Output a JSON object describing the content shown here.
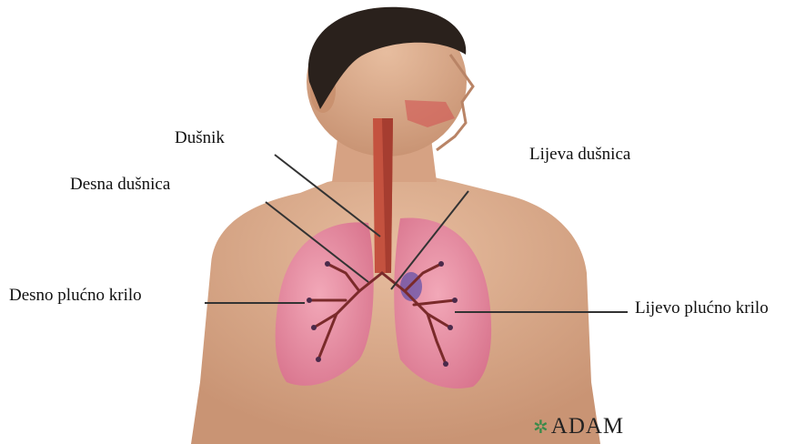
{
  "labels": {
    "trachea": "Dušnik",
    "left_bronchus": "Lijeva dušnica",
    "right_bronchus": "Desna dušnica",
    "right_lung": "Desno plućno krilo",
    "left_lung": "Lijevo plućno krilo"
  },
  "logo": {
    "text": "ADAM"
  },
  "colors": {
    "skin": "#d9a98a",
    "hair": "#2a211c",
    "lung": "#e58aa0",
    "trachea": "#c4523f",
    "bronchi": "#7a2a2a",
    "leader_line": "#333333"
  }
}
